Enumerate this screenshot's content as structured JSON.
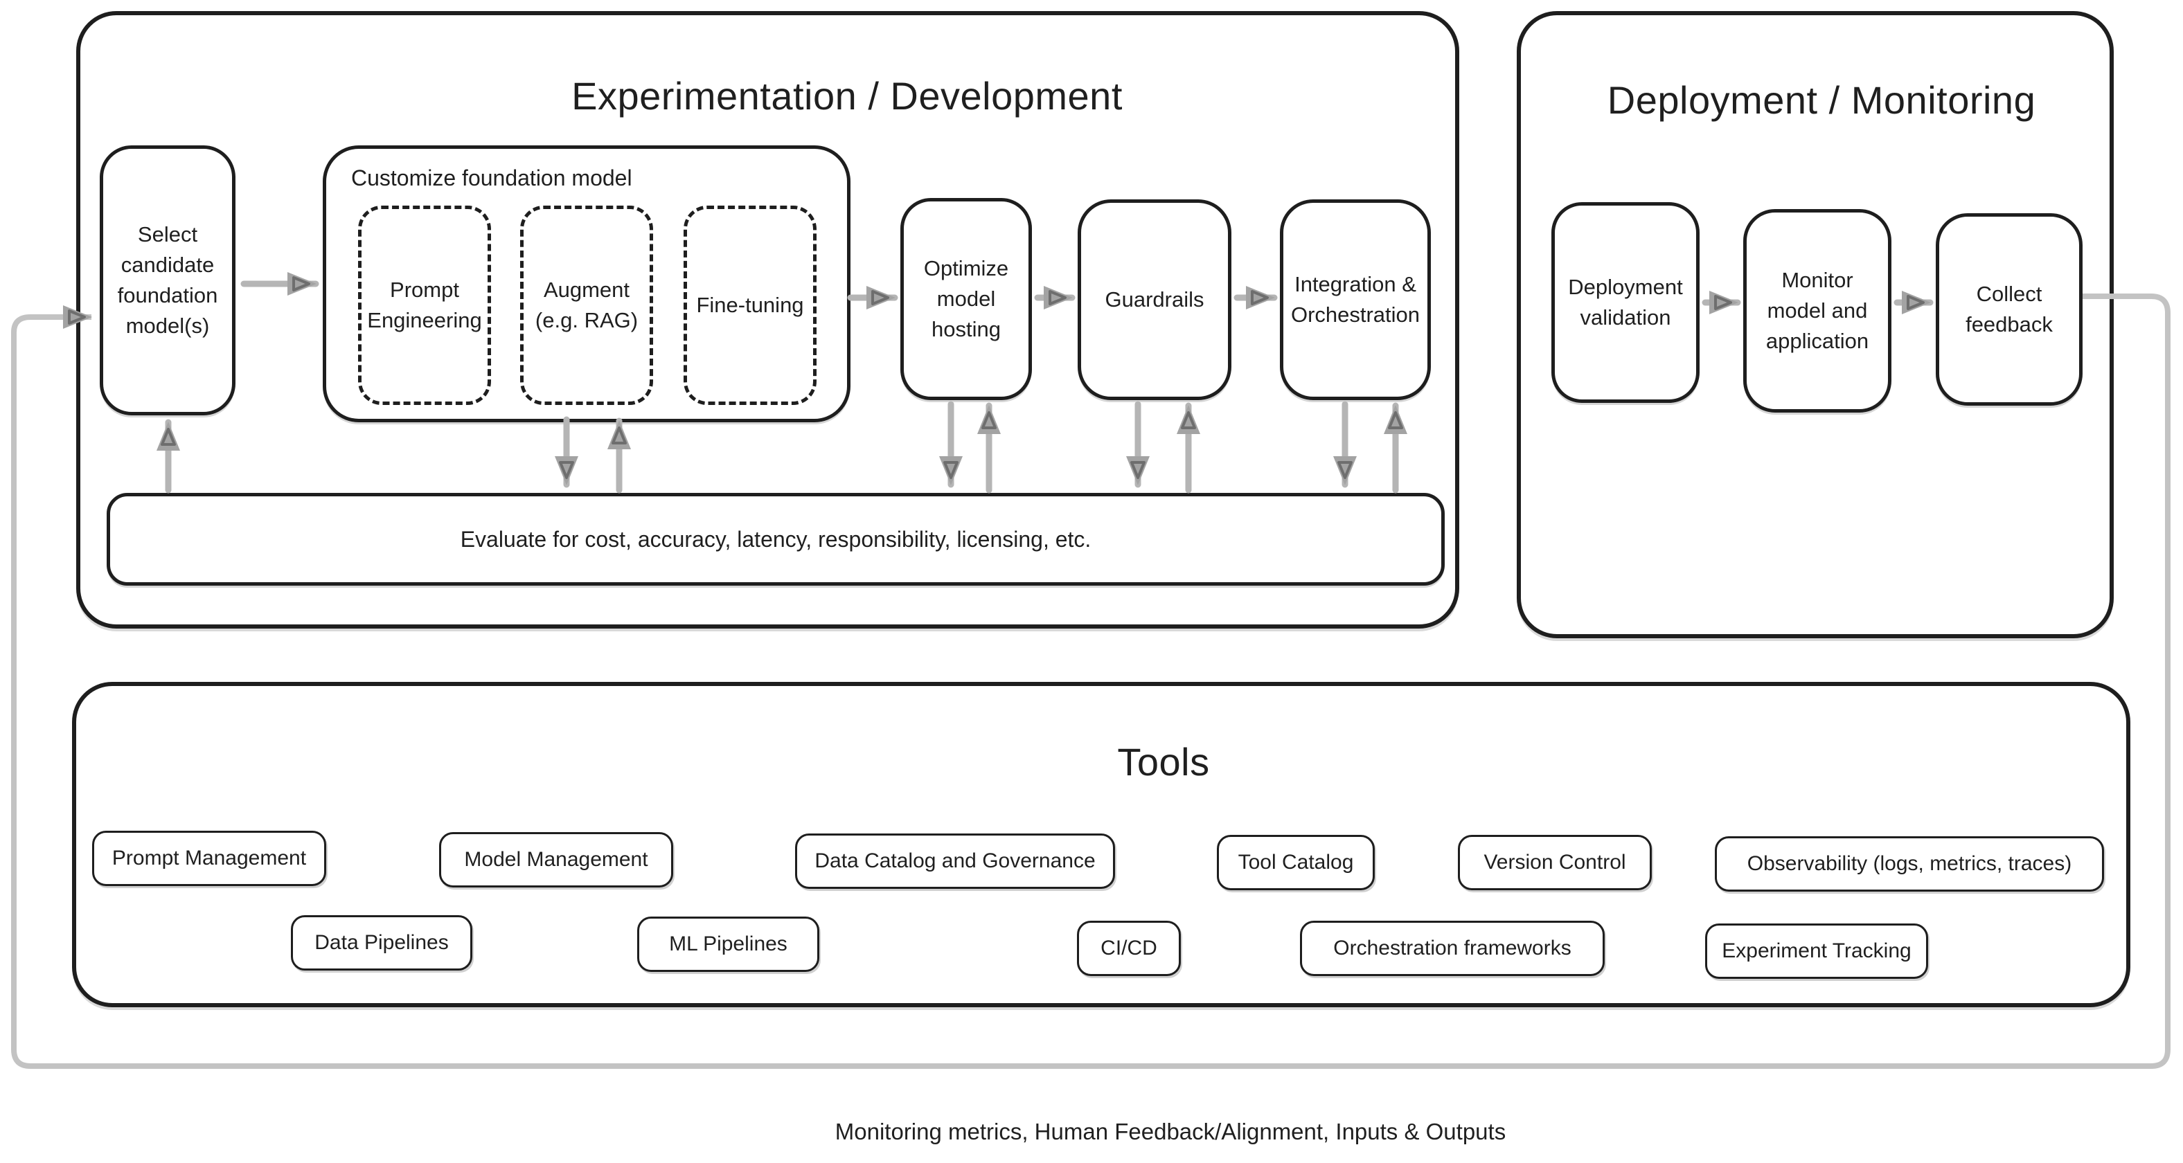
{
  "experimentation": {
    "title": "Experimentation / Development",
    "select_candidate_label": "Select candidate foundation model(s)",
    "customize": {
      "label": "Customize foundation model",
      "options": [
        "Prompt Engineering",
        "Augment (e.g. RAG)",
        "Fine-tuning"
      ]
    },
    "optimize_label": "Optimize model hosting",
    "guardrails_label": "Guardrails",
    "integration_label": "Integration & Orchestration",
    "evaluate_label": "Evaluate for cost, accuracy, latency, responsibility, licensing, etc."
  },
  "deployment": {
    "title": "Deployment / Monitoring",
    "steps": [
      "Deployment validation",
      "Monitor model and application",
      "Collect feedback"
    ]
  },
  "tools": {
    "title": "Tools",
    "row1": [
      "Prompt Management",
      "Model Management",
      "Data Catalog and Governance",
      "Tool Catalog",
      "Version Control",
      "Observability (logs, metrics, traces)"
    ],
    "row2": [
      "Data Pipelines",
      "ML Pipelines",
      "CI/CD",
      "Orchestration frameworks",
      "Experiment Tracking"
    ]
  },
  "feedback_caption": "Monitoring metrics, Human Feedback/Alignment, Inputs & Outputs",
  "colors": {
    "box_stroke": "#1e1e1e",
    "text": "#1f1f1f",
    "arrow_shaft": "#b5b5b5",
    "arrow_head": "#a3a3a3",
    "arrow_head_inner": "#6e6e6e",
    "loop_line": "#c3c3c3",
    "background": "#ffffff"
  }
}
